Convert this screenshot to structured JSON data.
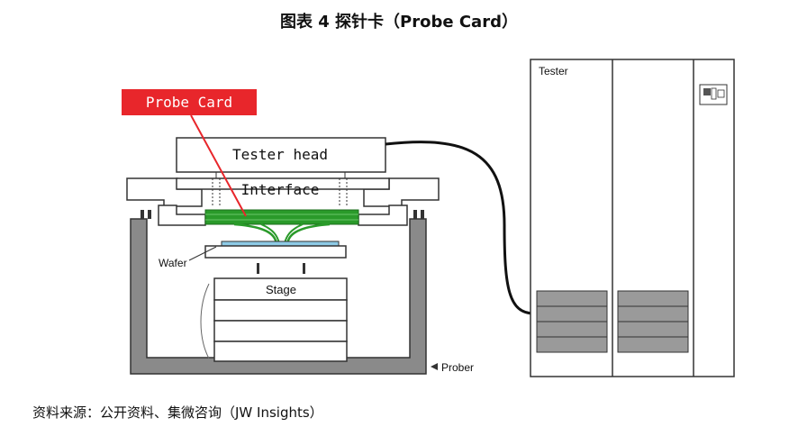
{
  "title": "图表 4  探针卡（Probe Card）",
  "source": "资料来源：公开资料、集微咨询（JW Insights）",
  "labels": {
    "probe_card": "Probe Card",
    "tester_head": "Tester head",
    "interface": "Interface",
    "wafer": "Wafer",
    "stage": "Stage",
    "prober": "Prober",
    "tester": "Tester"
  },
  "colors": {
    "probe_card_green": "#2a9a2a",
    "callout_red": "#e8262b",
    "wafer_blue": "#8ecbe6",
    "prober_gray": "#8a8a8a"
  }
}
